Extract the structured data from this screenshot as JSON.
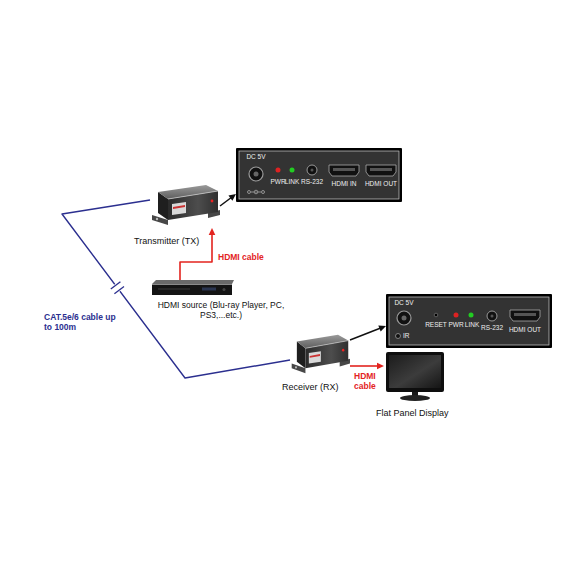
{
  "diagram": {
    "nodes": [
      {
        "text": [
          "DC 5V",
          "PWR",
          "LINK",
          "RS-232",
          "HDMI IN",
          "HDMI OUT"
        ]
      },
      {
        "text": [
          "Transmitter (TX)"
        ]
      },
      {
        "text": [
          "HDMI source (Blu-ray Player, PC, PS3,...etc.)"
        ]
      },
      {
        "text": [
          "DC 5V",
          "IR",
          "RESET",
          "PWR",
          "LINK",
          "RS-232",
          "HDMI OUT"
        ]
      },
      {
        "text": [
          "Receiver (RX)"
        ]
      },
      {
        "text": [
          "Flat Panel Display"
        ]
      }
    ],
    "edges": [
      {
        "from": 2,
        "to": 1,
        "arrow": "to",
        "label": "HDMI cable"
      },
      {
        "from": 1,
        "to": 0,
        "arrow": "to"
      },
      {
        "from": 1,
        "to": 4,
        "arrow": "none",
        "label": "CAT.5e/6 cable up to 100m"
      },
      {
        "from": 4,
        "to": 3,
        "arrow": "to"
      },
      {
        "from": 4,
        "to": 5,
        "arrow": "to",
        "label": "HDMI cable"
      }
    ]
  }
}
